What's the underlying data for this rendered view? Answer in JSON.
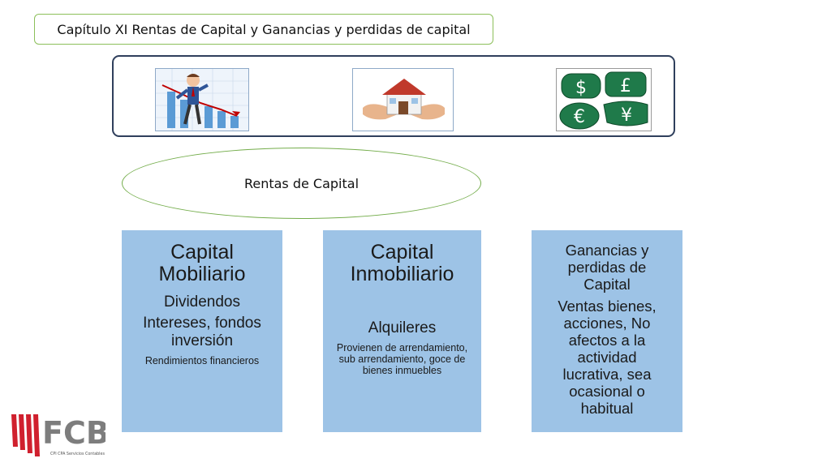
{
  "title": "Capítulo XI Rentas de Capital y Ganancias y perdidas de capital",
  "images": {
    "investor": "businessman-falling-chart-icon",
    "house": "house-in-hands-icon",
    "currency": "currency-symbols-icon",
    "currency_symbols": [
      "$",
      "£",
      "€",
      "¥"
    ]
  },
  "ellipse_label": "Rentas de Capital",
  "cards": [
    {
      "heading": "Capital Mobiliario",
      "lines": [
        "Dividendos",
        "Intereses, fondos inversión",
        "Rendimientos financieros"
      ]
    },
    {
      "heading": "Capital Inmobiliario",
      "lines": [
        "Alquileres",
        "Provienen de arrendamiento, sub arrendamiento, goce de bienes inmuebles"
      ]
    },
    {
      "heading": "Ganancias y perdidas de Capital",
      "lines": [
        "Ventas bienes, acciones, No afectos a la actividad lucrativa, sea ocasional o habitual"
      ]
    }
  ],
  "logo": {
    "text": "FCB",
    "subtext": "CPI CPA Servicios Contables",
    "colors": {
      "red": "#d0202e",
      "gray": "#7d7d7d"
    }
  }
}
